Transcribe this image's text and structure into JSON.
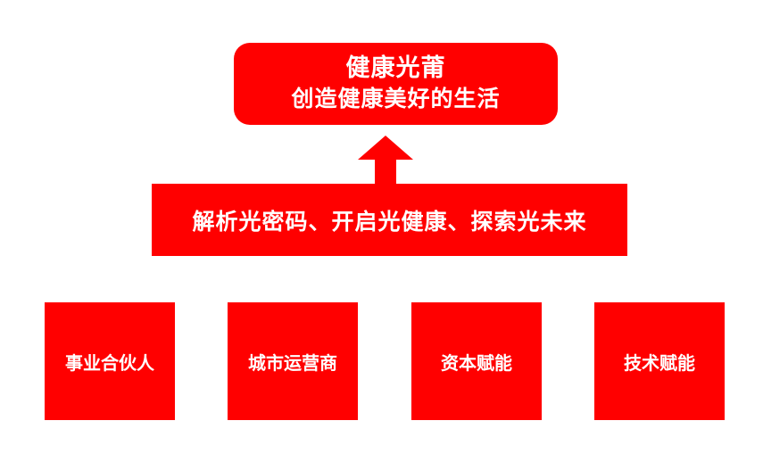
{
  "top_box": {
    "title": "健康光莆",
    "subtitle": "创造健康美好的生活"
  },
  "arrow": {
    "icon": "arrow-up-icon",
    "direction": "up"
  },
  "banner": {
    "text": "解析光密码、开启光健康、探索光未来"
  },
  "pillars": [
    {
      "label": "事业合伙人"
    },
    {
      "label": "城市运营商"
    },
    {
      "label": "资本赋能"
    },
    {
      "label": "技术赋能"
    }
  ],
  "colors": {
    "primary_red": "#ff0000",
    "text": "#ffffff",
    "background": "#ffffff"
  }
}
